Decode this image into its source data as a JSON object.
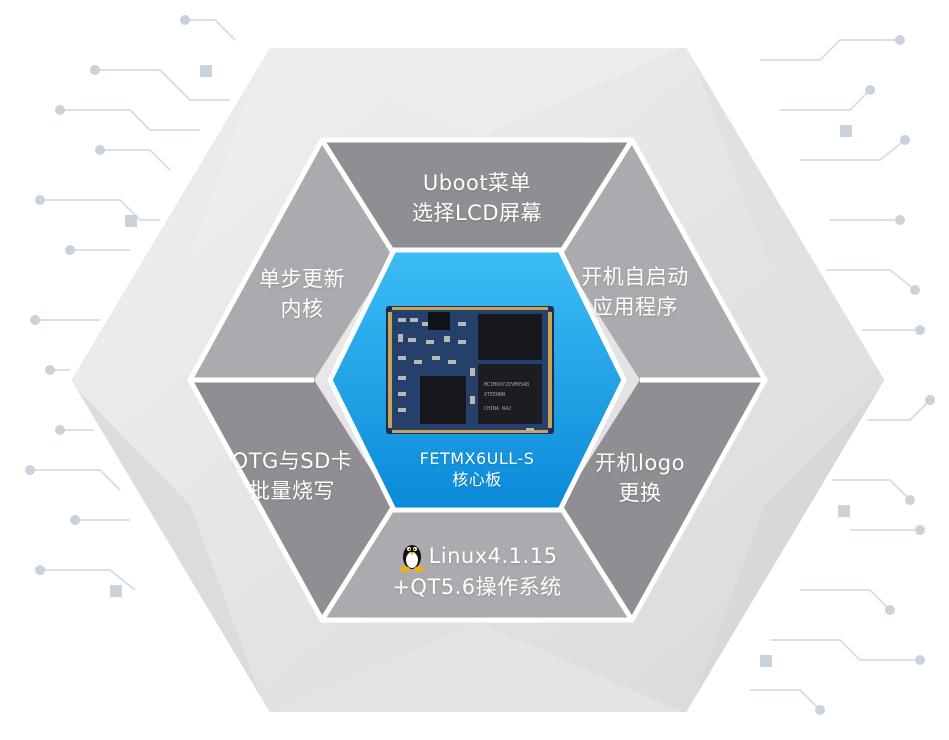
{
  "center": {
    "line1": "FETMX6ULL-S",
    "line2": "核心板"
  },
  "segments": {
    "top": {
      "line1": "Uboot菜单",
      "line2": "选择LCD屏幕"
    },
    "upper_right": {
      "line1": "开机自启动",
      "line2": "应用程序"
    },
    "lower_right": {
      "line1": "开机logo",
      "line2": "更换"
    },
    "bottom": {
      "line1": "Linux4.1.15",
      "line2": "+QT5.6操作系统"
    },
    "lower_left": {
      "line1": "OTG与SD卡",
      "line2": "批量烧写"
    },
    "upper_left": {
      "line1": "单步更新",
      "line2": "内核"
    }
  },
  "icons": {
    "bottom": "linux-penguin-icon"
  },
  "colors": {
    "segment_dark": "#8e8e93",
    "segment_mid": "#a9a9ad",
    "outer_light": "#e6e6e8",
    "outer_mid": "#d7d7da",
    "center_blue": "#1fa3ea",
    "center_blue_dark": "#0b86d6",
    "circuit_lines": "#d6dde3"
  }
}
